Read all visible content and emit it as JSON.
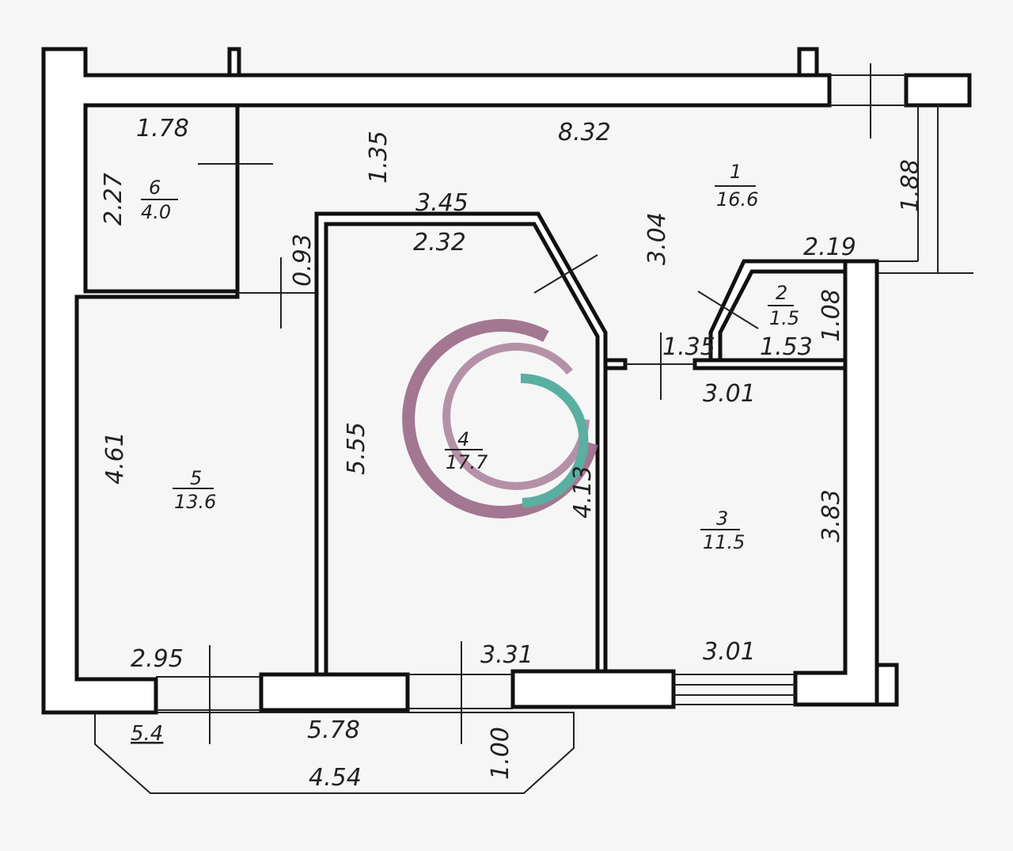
{
  "rooms": {
    "r1": {
      "number": "1",
      "area": "16.6"
    },
    "r2": {
      "number": "2",
      "area": "1.5"
    },
    "r3": {
      "number": "3",
      "area": "11.5"
    },
    "r4": {
      "number": "4",
      "area": "17.7"
    },
    "r5": {
      "number": "5",
      "area": "13.6"
    },
    "r6": {
      "number": "6",
      "area": "4.0"
    }
  },
  "dimensions": {
    "d1": "1.78",
    "d2": "8.32",
    "d3": "1.35",
    "d4": "2.27",
    "d5": "1.88",
    "d6": "3.45",
    "d7": "2.32",
    "d8": "3.04",
    "d9": "2.19",
    "d10": "0.93",
    "d11": "1.08",
    "d12": "1.35",
    "d13": "1.53",
    "d14": "3.01",
    "d15": "5.55",
    "d16": "4.13",
    "d17": "4.61",
    "d18": "3.83",
    "d19": "2.95",
    "d20": "3.31",
    "d21": "3.01",
    "d22": "5.4",
    "d23": "5.78",
    "d24": "1.00",
    "d25": "4.54"
  },
  "colors": {
    "logo_purple": "#9b6a88",
    "logo_teal": "#4aa898"
  }
}
